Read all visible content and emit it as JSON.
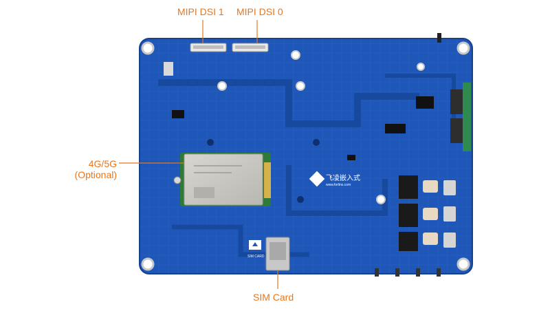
{
  "labels": {
    "mipi_dsi_1": "MIPI DSI 1",
    "mipi_dsi_0": "MIPI DSI 0",
    "module_line1": "4G/5G",
    "module_line2": "(Optional)",
    "sim_card": "SIM Card"
  },
  "board_markings": {
    "logo": "飞凌嵌入式",
    "logo_url": "www.forlinx.com",
    "sim_slot": "SIM CARD"
  },
  "colors": {
    "callout": "#e8761e",
    "pcb": "#1f57b8",
    "pcb_dark": "#143f8f",
    "module_shield": "#c9c7c2"
  }
}
